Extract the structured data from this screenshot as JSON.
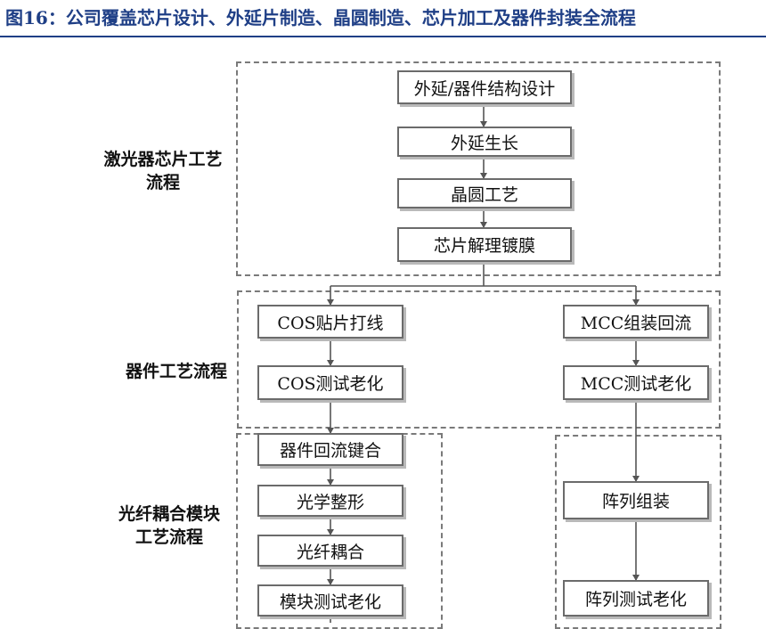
{
  "figure": {
    "title": "图16：公司覆盖芯片设计、外延片制造、晶圆制造、芯片加工及器件封装全流程"
  },
  "stages": {
    "chip": {
      "label_line1": "激光器芯片工艺",
      "label_line2": "流程"
    },
    "device": {
      "label": "器件工艺流程"
    },
    "module": {
      "label_line1": "光纤耦合模块",
      "label_line2": "工艺流程"
    }
  },
  "steps": {
    "chip": [
      "外延/器件结构设计",
      "外延生长",
      "晶圆工艺",
      "芯片解理镀膜"
    ],
    "device_left": [
      "COS贴片打线",
      "COS测试老化"
    ],
    "device_right": [
      "MCC组装回流",
      "MCC测试老化"
    ],
    "module_left": [
      "器件回流键合",
      "光学整形",
      "光纤耦合",
      "模块测试老化"
    ],
    "module_right": [
      "阵列组装",
      "阵列测试老化"
    ]
  }
}
